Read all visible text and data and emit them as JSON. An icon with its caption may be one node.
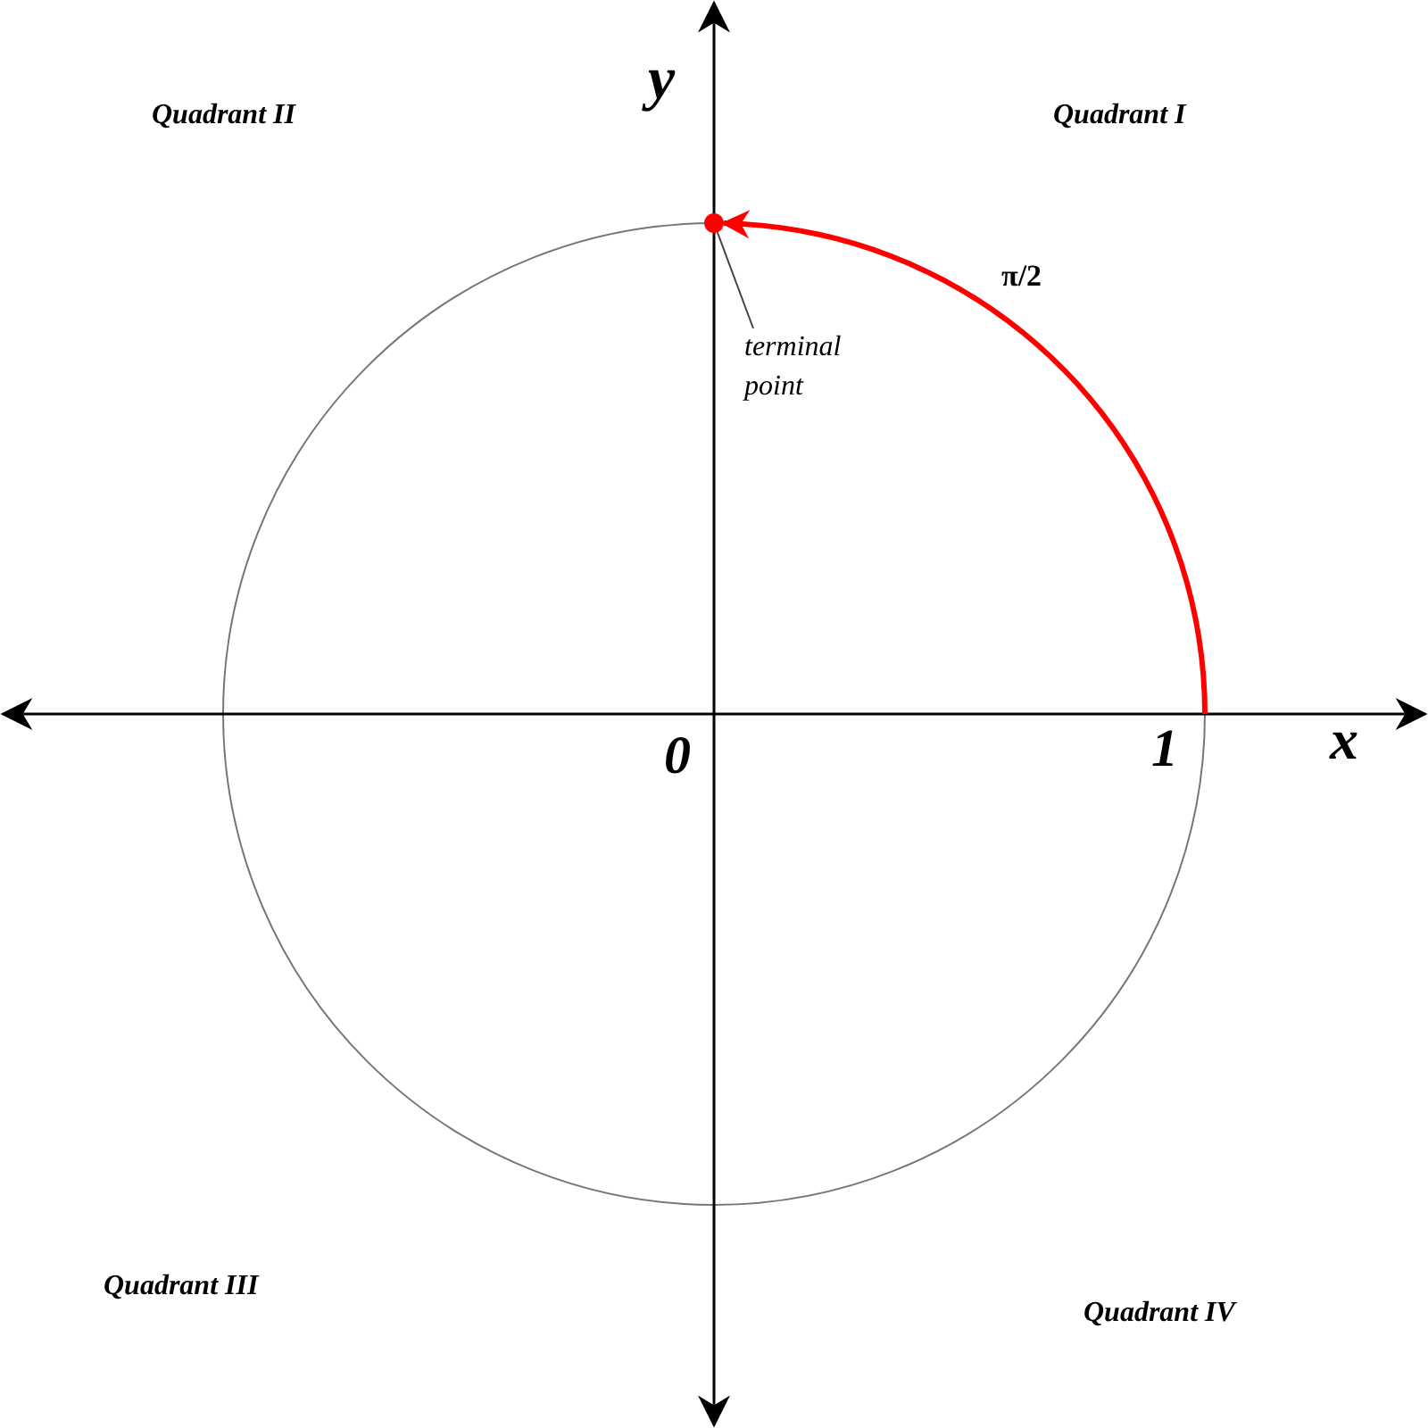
{
  "diagram": {
    "nodes": [
      {
        "text": [],
        "shape": "circle"
      },
      {
        "text": [
          "terminal point"
        ]
      }
    ],
    "edges": [
      {
        "from": 1,
        "to": 0,
        "arrow": "none"
      },
      {
        "from": null,
        "to": 0,
        "arrow": "to",
        "label": "π/2",
        "style": "thick",
        "color": "#ff0000"
      }
    ],
    "labels": [
      "y",
      "Quadrant II",
      "Quadrant I",
      "0",
      "1",
      "x",
      "Quadrant III",
      "Quadrant IV"
    ]
  }
}
